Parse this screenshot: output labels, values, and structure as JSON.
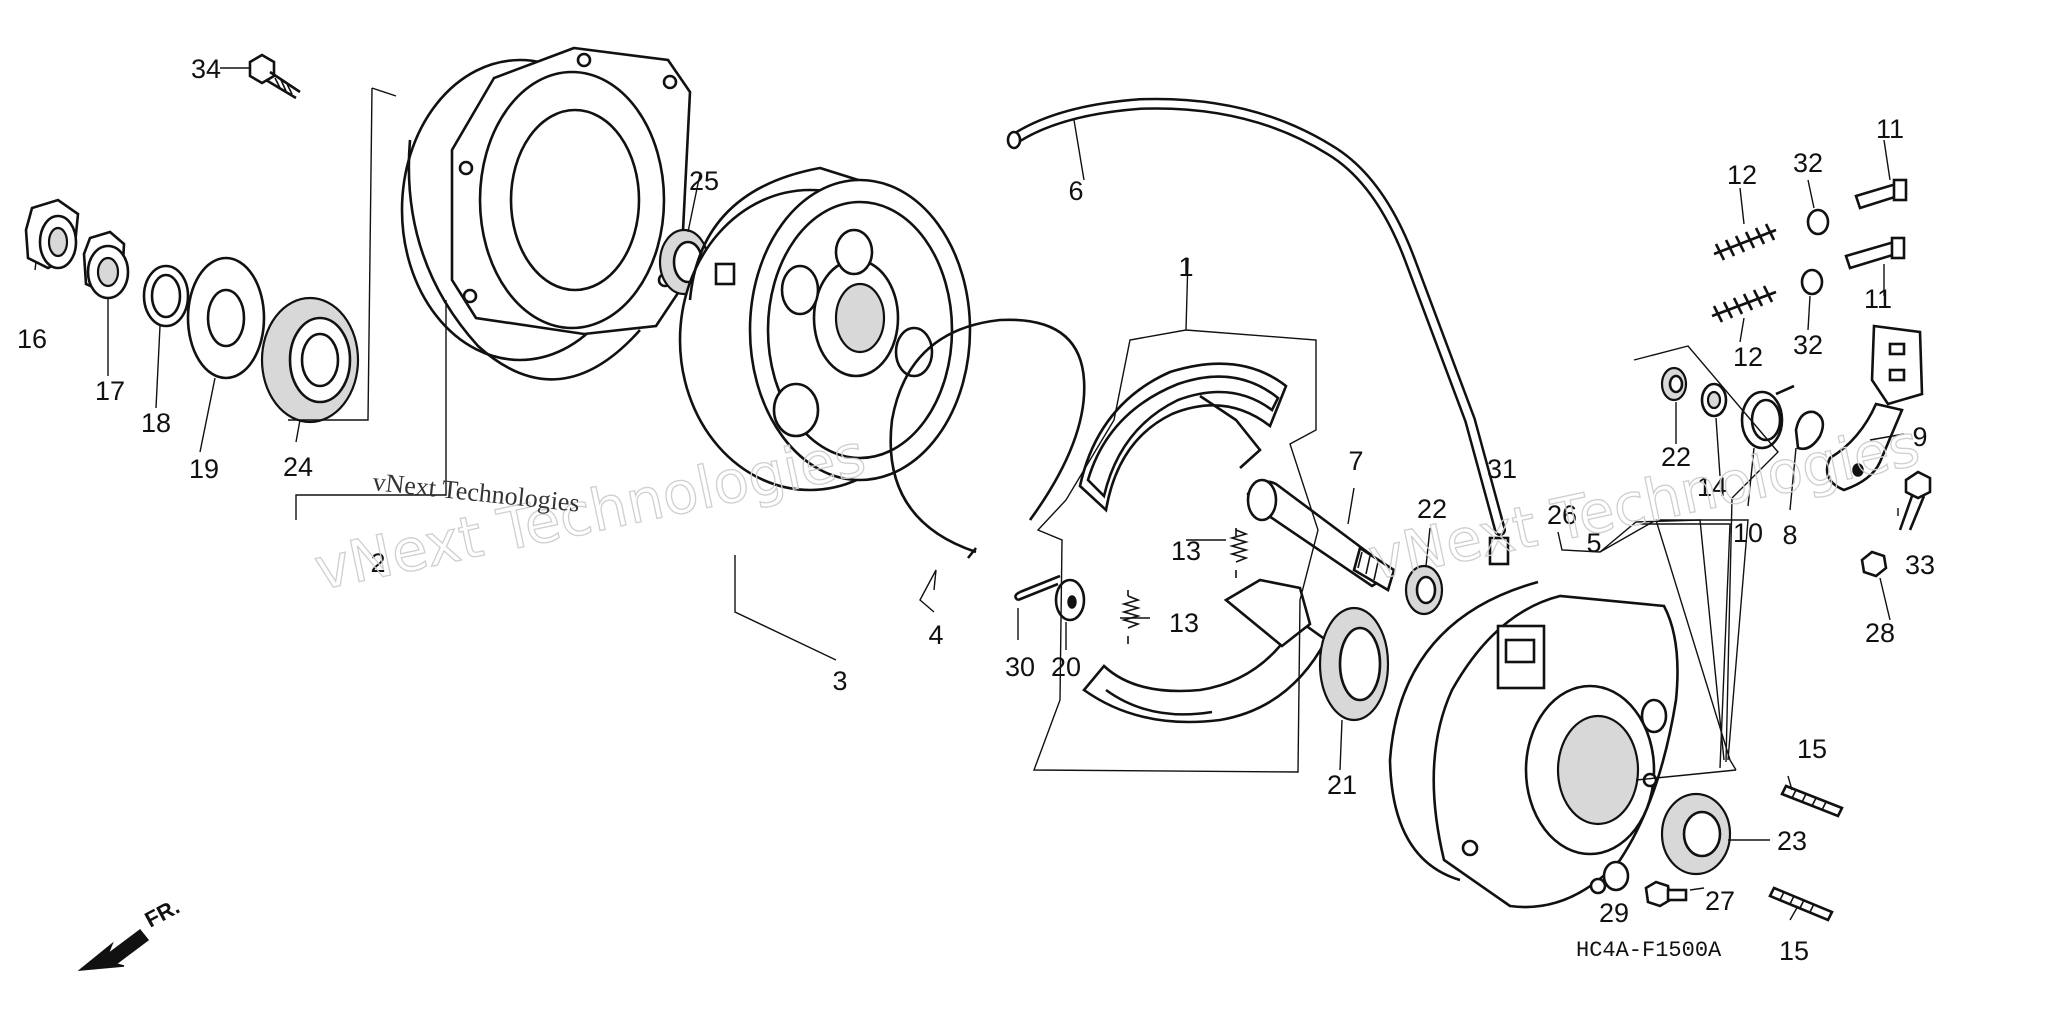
{
  "diagram": {
    "part_numbers": [
      "1",
      "2",
      "3",
      "4",
      "5",
      "6",
      "7",
      "8",
      "9",
      "10",
      "11",
      "11",
      "12",
      "12",
      "13",
      "13",
      "14",
      "15",
      "15",
      "16",
      "17",
      "18",
      "19",
      "20",
      "21",
      "22",
      "22",
      "23",
      "24",
      "25",
      "26",
      "27",
      "28",
      "29",
      "30",
      "31",
      "32",
      "32",
      "33",
      "34"
    ],
    "drawing_code": "HC4A-F1500A",
    "direction_label": "FR.",
    "watermarks": [
      "vNext Technologies",
      "vNext Technologies",
      "vNext Technologies"
    ]
  }
}
